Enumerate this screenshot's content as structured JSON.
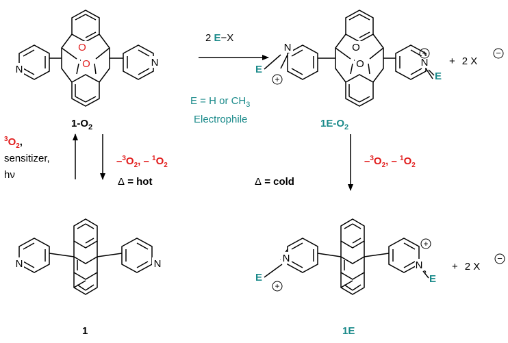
{
  "colors": {
    "black": "#000000",
    "teal": "#1a8a8a",
    "red": "#e11b1b"
  },
  "compounds": {
    "peroxide": {
      "label_main": "1-O",
      "label_sub": "2"
    },
    "peroxide_e": {
      "label_main": "1E-O",
      "label_sub": "2"
    },
    "parent": {
      "label": "1"
    },
    "parent_e": {
      "label": "1E"
    }
  },
  "atoms": {
    "nitrogen": "N",
    "oxygen": "O",
    "electrophile": "E",
    "plus": "+",
    "minus": "−"
  },
  "reagent": {
    "coef": "2 ",
    "e": "E",
    "dash": "−",
    "x": "X"
  },
  "electrophile_def": {
    "line1": "E = H or CH",
    "line1_sub": "3",
    "line2": "Electrophile"
  },
  "byproduct": {
    "plus": "+",
    "text": "2 X"
  },
  "left_conditions": {
    "o2": "O",
    "o2_sub": "2",
    "o2_sup": "3",
    "o2_comma": ",",
    "sensitizer": "sensitizer,",
    "hv": "hν"
  },
  "loss": {
    "dash1": "–",
    "sup1": "3",
    "o1": "O",
    "sub1": "2",
    "sep": ",  – ",
    "sup2": "1",
    "o2": "O",
    "sub2": "2"
  },
  "heat": {
    "hot_delta": "Δ",
    "hot_text": " = hot",
    "cold_delta": "Δ",
    "cold_text": " = cold"
  }
}
